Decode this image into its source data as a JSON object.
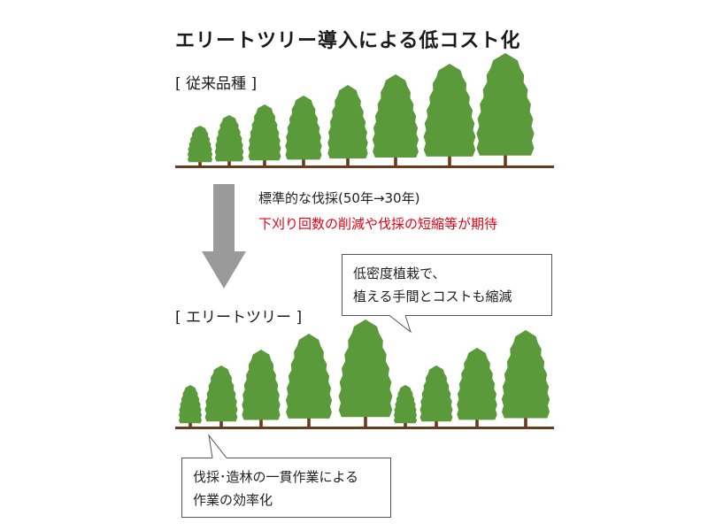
{
  "title": "エリートツリー導入による低コスト化",
  "traditional": {
    "label": "[ 従来品種 ]",
    "tree_color": "#5a9a3b",
    "trunk_color": "#6b3a1f"
  },
  "arrow_caption": {
    "line1": "標準的な伐採(50年→30年)",
    "line2": "下刈り回数の削減や伐採の短縮等が期待",
    "line2_color": "#e60012"
  },
  "elite": {
    "label": "[ エリートツリー ]"
  },
  "bubble_top": {
    "line1": "低密度植栽で、",
    "line2": "植える手間とコストも縮減"
  },
  "bubble_bottom": {
    "line1": "伐採･造林の一貫作業による",
    "line2": "作業の効率化"
  }
}
